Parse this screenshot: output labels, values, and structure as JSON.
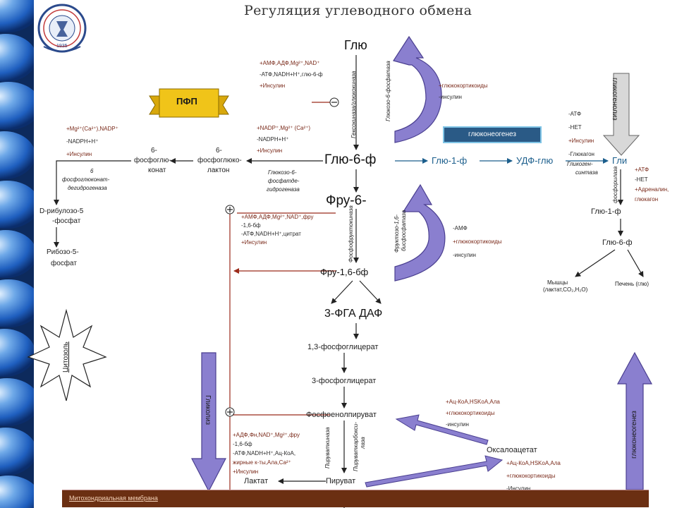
{
  "title": "Регуляция углеводного обмена",
  "logo": {
    "caption": "1935"
  },
  "nodes": {
    "glu": "Глю",
    "glu6f": "Глю-6-ф",
    "fru6": "Фру-6-",
    "fru16": "Фру-1,6-бф",
    "fga": "3-ФГА ДАФ",
    "bpg": "1,3-фосфоглицерат",
    "pg3": "3-фосфоглицерат",
    "pep": "Фосфоенолпируват",
    "pyruvate": "Пируват",
    "lactate": "Лактат",
    "oxaloacetate": "Оксалоацетат",
    "glu1f": "Глю-1-ф",
    "udfglu": "УДФ-глю",
    "gli": "Гли",
    "glu1f_r": "Глю-1-ф",
    "glu6f_r": "Глю-6-ф",
    "muscles": "Мышцы",
    "muscles_sub": "(лактат,CO₂,H₂O)",
    "liver": "Печень (глю)",
    "pgl_6": "6-",
    "pgl_2": "фосфоглюко-",
    "pgl_3": "лактон",
    "pgc_1": "6-",
    "pgc_2": "фосфоглю-",
    "pgc_3": "конат",
    "ribulose_1": "D-рибулозо-5",
    "ribulose_2": "-фосфат",
    "ribose_1": "Рибозо-5-",
    "ribose_2": "фосфат"
  },
  "labels": {
    "pfp": "ПФП",
    "gluconeogenesis_box": "глюконеогенез",
    "glycogenolysis": "гликогенолиз",
    "glycolysis": "Гликолиз",
    "gluconeogenesis": "глюконеогенез",
    "cytosol": "Цитозоль",
    "membrane": "Митохондриальная мембрана",
    "minus": "⊖",
    "plus": "⊕"
  },
  "enzymes": {
    "hexokinase": "Гексокиназа/глюкокиназа",
    "g6phosphatase": "Глюкозо-6-фосфатаза",
    "g6pdh_1": "Глюкозо-6-",
    "g6pdh_2": "фосфатде-",
    "g6pdh_3": "гидрогеназа",
    "pgdh_1": "6",
    "pgdh_2": "фосфоглюконат-",
    "pgdh_3": "дегидрогеназа",
    "pfk": "Фосфофруктокиназа",
    "fbpase_1": "Фруктозо-1,6-",
    "fbpase_2": "бисфосфатаза",
    "glycogen_synthase_1": "Гликоген-",
    "glycogen_synthase_2": "синтаза",
    "phosphorylase": "фосфорилаза",
    "pyruvate_kinase": "Пируваткиназа",
    "pepck_1": "Пируваткарбокси-",
    "pepck_2": "лаза"
  },
  "regulators": {
    "hexokinase": [
      "+АМФ,АДФ,Mg²⁺,NAD⁺",
      "-АТФ,NADH+H⁺,глю-6-ф",
      "+Инсулин"
    ],
    "g6phosphatase": [
      "+глюкокортикоиды",
      "-инсулин"
    ],
    "g6pdh": [
      "+NADP⁺,Mg²⁺ (Ca²⁺)",
      "-NADPH+H⁺",
      "+Инсулин"
    ],
    "pgdh": [
      "+Mg²⁺(Ca²⁺),NADP⁺",
      "-NADPH+H⁺",
      "+Инсулин"
    ],
    "glycogen_synthase": [
      "-АТФ",
      "-НЕТ",
      "+Инсулин",
      "-Глюкагон"
    ],
    "phosphorylase": [
      "+АТФ",
      "-НЕТ",
      "+Адреналин,",
      "глюкагон"
    ],
    "pfk": [
      "+АМФ,АДФ,Mg²⁺,NAD⁺,фру",
      "-1,6-бф",
      "-АТФ,NADH+H⁺,цитрат",
      "+Инсулин"
    ],
    "fbpase": [
      "-АМФ",
      "+глюкокортикоиды",
      "-инсулин"
    ],
    "pyruvate_kinase": [
      "+АДФ,Фн,NAD⁺,Mg²⁺,фру",
      "-1,6-бф",
      "-АТФ,NADH+H⁺,Ац-КоА,",
      "жирные к-ты,Ала,Са²⁺",
      "+Инсулин"
    ],
    "pepck": [
      "+Ац-КоА,HSKoA,Ала",
      "+глюкокортикоиды",
      "-инсулин"
    ],
    "pyruvate_carboxylase": [
      "+Ац-КоА,HSKoA,Ала",
      "+глюкокортикоиды",
      "-Инсулин"
    ]
  },
  "colors": {
    "accent_purple": "#8a7fcf",
    "dark_purple": "#5a4aa0",
    "box_blue": "#2a5a86",
    "membrane": "#6b2f12",
    "regulator_red": "#7a2a1a",
    "ribbon_yellow": "#f0c419",
    "glu_blue": "#1b5e8c"
  }
}
